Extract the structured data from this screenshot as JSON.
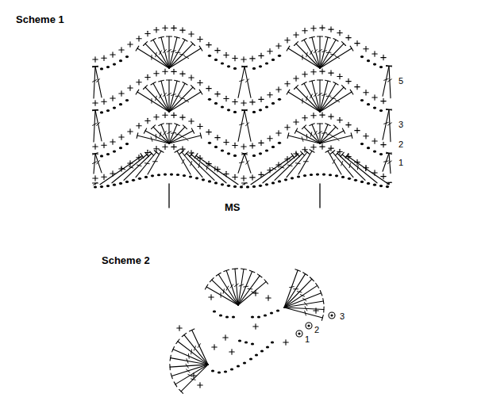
{
  "diagram": {
    "labels": [
      "Scheme 1",
      "5",
      "3",
      "2",
      "1",
      "MS",
      "Scheme 2",
      "1",
      "2",
      "3"
    ]
  }
}
